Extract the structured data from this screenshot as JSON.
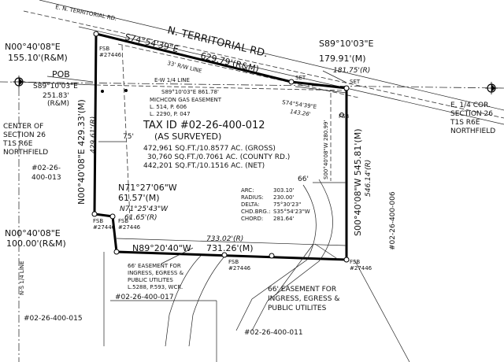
{
  "roads": {
    "n_territorial_main": "N. TERRITORIAL RD.",
    "n_territorial_top": "E. N. TERRITORIAL RD."
  },
  "bearings": {
    "north_top": "S74°54'39\"E",
    "north_top_dist": "629.79'(R&M)",
    "ne_bearing": "S89°10'03\"E",
    "ne_dist": "179.91'(M)",
    "ne_record": "181.75'(R)",
    "west_upper_bearing": "N00°40'08\"E",
    "west_upper_dist": "155.10'(R&M)",
    "pob_bearing": "S89°10'03\"E",
    "pob_dist": "251.83'",
    "pob_rm": "(R&M)",
    "west_mid": "N00°40'08\"E  429.33'(M)",
    "west_mid_record": "429.61'(R)",
    "west_lower_bearing": "N00°40'08\"E",
    "west_lower_dist": "100.00'(R&M)",
    "step_bearing": "N71°27'06\"W",
    "step_dist": "61.57'(M)",
    "step_record_bearing": "N71°25'43\"W",
    "step_record_dist": "61.65'(R)",
    "south_bearing": "N89°20'40\"W",
    "south_dist": "731.26'(M)",
    "south_record": "733.02'(R)",
    "east_main": "S00°40'08\"W  545.81'(M)",
    "east_record": "546.14'(R)",
    "inner_east": "S00°40'08\"W  280.99'",
    "row_line": "S89°10'03\"E   861.78'",
    "row_small_bearing": "S74°54'39\"E",
    "row_small_dist": "143.26'"
  },
  "labels": {
    "pob": "POB",
    "set1": "SET",
    "set2": "SET",
    "row33": "33' R/W LINE",
    "ew_quarter": "E-W 1/4 LINE",
    "ns_quarter": "N-S 1/4 LINE",
    "dim75": "75'",
    "dim66": "66'"
  },
  "easements": {
    "gas": [
      "MICHCON GAS EASEMENT",
      "L. 514, P. 606",
      "L. 2290, P. 047"
    ],
    "ingress_small": [
      "66' EASEMENT FOR",
      "INGRESS, EGRESS &",
      "PUBLIC UTILITES",
      "L.5288, P.593, WCR."
    ],
    "ingress_large": [
      "66' EASEMENT FOR",
      "INGRESS, EGRESS &",
      "PUBLIC UTILITES"
    ]
  },
  "tax": {
    "id": "TAX ID #02-26-400-012",
    "surveyed": "(AS SURVEYED)",
    "gross": "472,961 SQ.FT./10.8577 AC. (GROSS)",
    "county": "30,760 SQ.FT./0.7061 AC. (COUNTY RD.)",
    "net": "442,201 SQ.FT./10.1516 AC. (NET)"
  },
  "curve": {
    "arc": [
      "ARC:",
      "303.10'"
    ],
    "radius": [
      "RADIUS:",
      "230.00'"
    ],
    "delta": [
      "DELTA:",
      "75°30'23\""
    ],
    "chd_brg": [
      "CHD.BRG.:",
      "S35°54'23\"W"
    ],
    "chord": [
      "CHORD:",
      "281.64'"
    ]
  },
  "corners": {
    "center": [
      "CENTER OF",
      "SECTION 26",
      "T1S R6E",
      "NORTHFIELD"
    ],
    "east": [
      "E. 1/4 COR.",
      "SECTION 26",
      "T1S R6E",
      "NORTHFIELD"
    ]
  },
  "parcels": {
    "p013": [
      "#02-26-",
      "400-013"
    ],
    "p006": "#02-26-400-006",
    "p017": "#02-26-400-017",
    "p015": "#02-26-400-015",
    "p011": "#02-26-400-011"
  },
  "fsb": {
    "nw": [
      "FSB",
      "#27446"
    ],
    "step": [
      "FSB",
      "#27446"
    ],
    "sw": [
      "FSB",
      "#27446"
    ],
    "s_mid": [
      "FSB",
      "#27446"
    ],
    "se": [
      "FSB",
      "#27446"
    ],
    "ne": "FSB"
  }
}
